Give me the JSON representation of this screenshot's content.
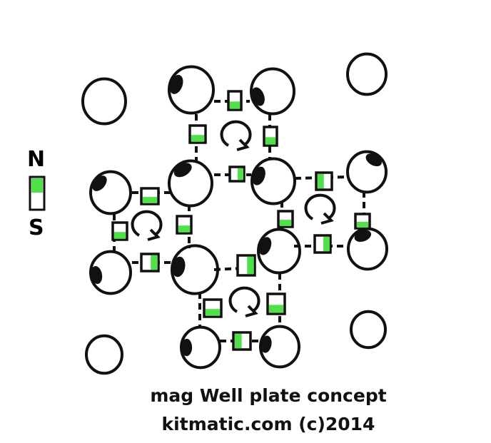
{
  "title_line_1": "mag Well plate concept",
  "title_line_2": "kitmatic.com (c)2014",
  "legend": {
    "north": "N",
    "south": "S",
    "north_color": "#52e04a"
  },
  "colors": {
    "ink": "#111111",
    "magnet_fill": "#52e04a",
    "background": "#ffffff"
  },
  "icons": [
    "well-circle",
    "magnet-block",
    "rotation-arrow-icon"
  ]
}
